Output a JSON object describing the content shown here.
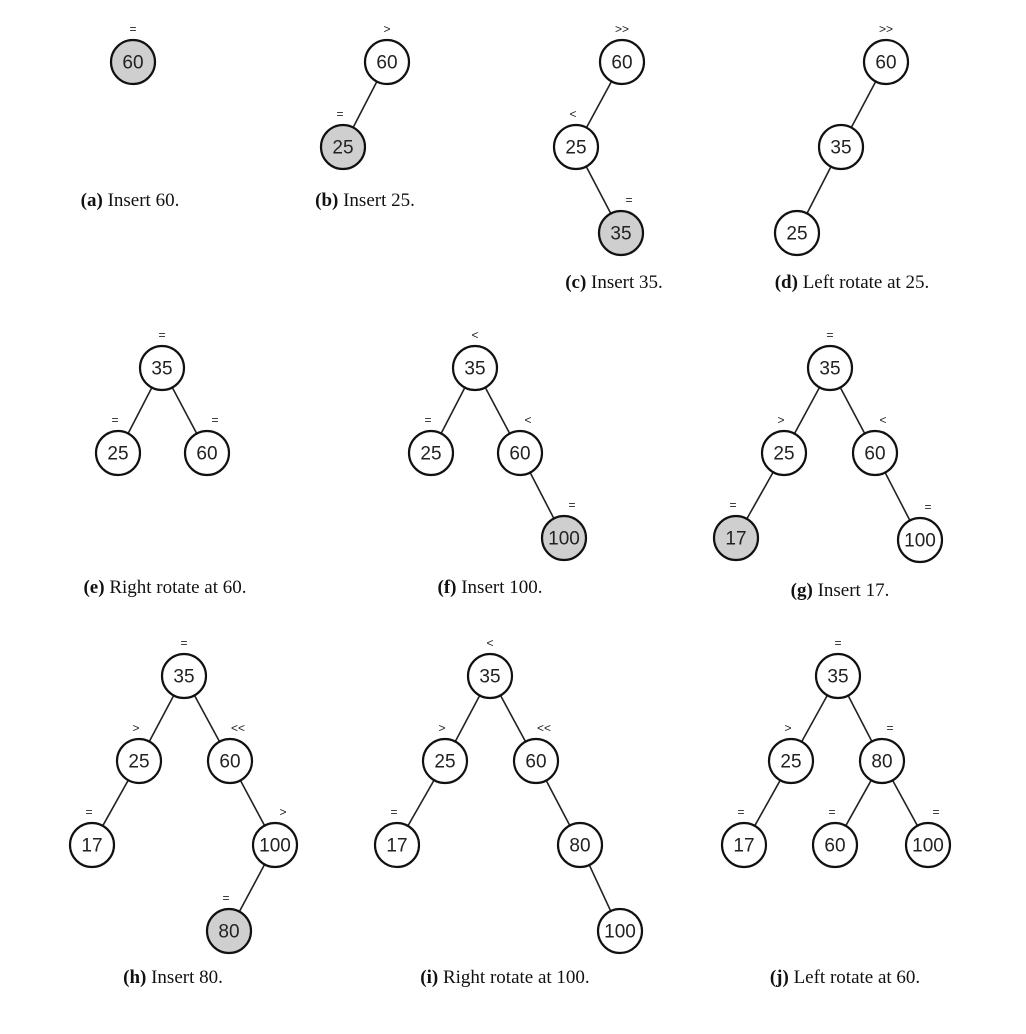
{
  "colors": {
    "highlight": "#cfcfcf",
    "node": "#ffffff"
  },
  "panels": [
    {
      "id": "a",
      "label": "(a)",
      "caption": "Insert 60.",
      "nodes": [
        {
          "value": "60",
          "marker": "=",
          "highlighted": true
        }
      ],
      "edges": []
    },
    {
      "id": "b",
      "label": "(b)",
      "caption": "Insert 25.",
      "nodes": [
        {
          "value": "60",
          "marker": ">"
        },
        {
          "value": "25",
          "marker": "=",
          "highlighted": true
        }
      ],
      "edges": [
        [
          0,
          1
        ]
      ]
    },
    {
      "id": "c",
      "label": "(c)",
      "caption": "Insert 35.",
      "nodes": [
        {
          "value": "60",
          "marker": ">>"
        },
        {
          "value": "25",
          "marker": "<"
        },
        {
          "value": "35",
          "marker": "=",
          "highlighted": true
        }
      ],
      "edges": [
        [
          0,
          1
        ],
        [
          1,
          2
        ]
      ]
    },
    {
      "id": "d",
      "label": "(d)",
      "caption": "Left rotate at 25.",
      "nodes": [
        {
          "value": "60",
          "marker": ">>"
        },
        {
          "value": "35",
          "marker": ""
        },
        {
          "value": "25",
          "marker": ""
        }
      ],
      "edges": [
        [
          0,
          1
        ],
        [
          1,
          2
        ]
      ]
    },
    {
      "id": "e",
      "label": "(e)",
      "caption": "Right rotate at 60.",
      "nodes": [
        {
          "value": "35",
          "marker": "="
        },
        {
          "value": "25",
          "marker": "="
        },
        {
          "value": "60",
          "marker": "="
        }
      ],
      "edges": [
        [
          0,
          1
        ],
        [
          0,
          2
        ]
      ]
    },
    {
      "id": "f",
      "label": "(f)",
      "caption": "Insert 100.",
      "nodes": [
        {
          "value": "35",
          "marker": "<"
        },
        {
          "value": "25",
          "marker": "="
        },
        {
          "value": "60",
          "marker": "<"
        },
        {
          "value": "100",
          "marker": "=",
          "highlighted": true
        }
      ],
      "edges": [
        [
          0,
          1
        ],
        [
          0,
          2
        ],
        [
          2,
          3
        ]
      ]
    },
    {
      "id": "g",
      "label": "(g)",
      "caption": "Insert 17.",
      "nodes": [
        {
          "value": "35",
          "marker": "="
        },
        {
          "value": "25",
          "marker": ">"
        },
        {
          "value": "60",
          "marker": "<"
        },
        {
          "value": "17",
          "marker": "=",
          "highlighted": true
        },
        {
          "value": "100",
          "marker": "="
        }
      ],
      "edges": [
        [
          0,
          1
        ],
        [
          0,
          2
        ],
        [
          1,
          3
        ],
        [
          2,
          4
        ]
      ]
    },
    {
      "id": "h",
      "label": "(h)",
      "caption": "Insert 80.",
      "nodes": [
        {
          "value": "35",
          "marker": "="
        },
        {
          "value": "25",
          "marker": ">"
        },
        {
          "value": "60",
          "marker": "<<"
        },
        {
          "value": "17",
          "marker": "="
        },
        {
          "value": "100",
          "marker": ">"
        },
        {
          "value": "80",
          "marker": "=",
          "highlighted": true
        }
      ],
      "edges": [
        [
          0,
          1
        ],
        [
          0,
          2
        ],
        [
          1,
          3
        ],
        [
          2,
          4
        ],
        [
          4,
          5
        ]
      ]
    },
    {
      "id": "i",
      "label": "(i)",
      "caption": "Right rotate at 100.",
      "nodes": [
        {
          "value": "35",
          "marker": "<"
        },
        {
          "value": "25",
          "marker": ">"
        },
        {
          "value": "60",
          "marker": "<<"
        },
        {
          "value": "17",
          "marker": "="
        },
        {
          "value": "80",
          "marker": ""
        },
        {
          "value": "100",
          "marker": ""
        }
      ],
      "edges": [
        [
          0,
          1
        ],
        [
          0,
          2
        ],
        [
          1,
          3
        ],
        [
          2,
          4
        ],
        [
          4,
          5
        ]
      ]
    },
    {
      "id": "j",
      "label": "(j)",
      "caption": "Left rotate at 60.",
      "nodes": [
        {
          "value": "35",
          "marker": "="
        },
        {
          "value": "25",
          "marker": ">"
        },
        {
          "value": "80",
          "marker": "="
        },
        {
          "value": "17",
          "marker": "="
        },
        {
          "value": "60",
          "marker": "="
        },
        {
          "value": "100",
          "marker": "="
        }
      ],
      "edges": [
        [
          0,
          1
        ],
        [
          0,
          2
        ],
        [
          1,
          3
        ],
        [
          2,
          4
        ],
        [
          2,
          5
        ]
      ]
    }
  ]
}
